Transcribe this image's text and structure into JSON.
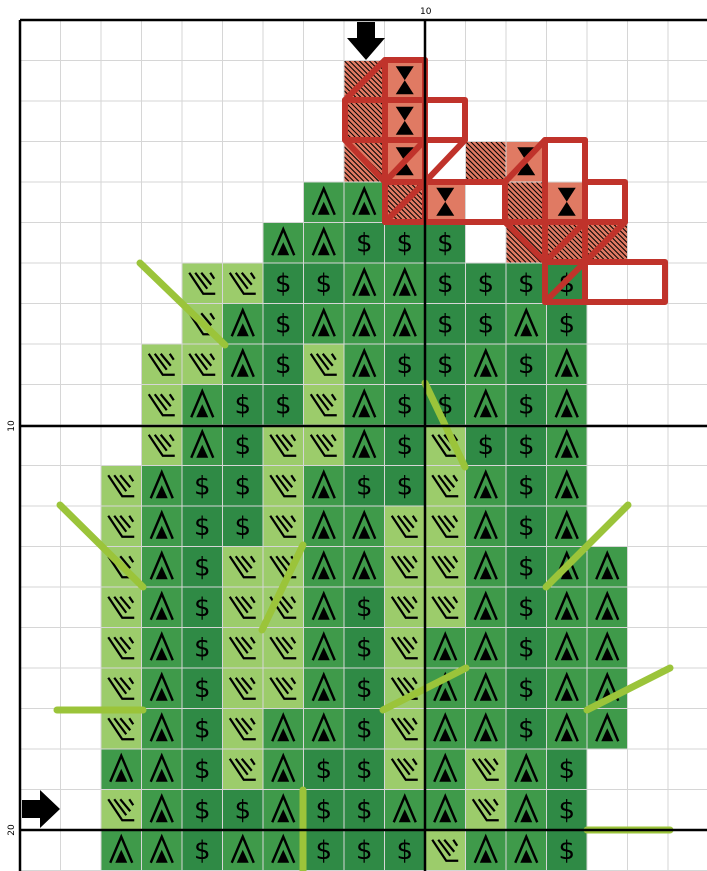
{
  "axis_labels": {
    "top_center": "10",
    "left_center": "10",
    "left_bottom": "20"
  },
  "legend": {
    "A": {
      "symbol": "triangle-a",
      "color": "#3f9a4a"
    },
    "D": {
      "symbol": "dollar",
      "color": "#2f8a45"
    },
    "W": {
      "symbol": "w-lines",
      "color": "#9ccc6b"
    },
    "R": {
      "symbol": "hatch",
      "color": "#e07a63"
    },
    "H": {
      "symbol": "hourglass",
      "color": "#e07a63"
    }
  },
  "colors": {
    "background": "#ffffff",
    "grid_line": "#d6d6d6",
    "centre_line": "#000000",
    "backstitch_red": "#c0332b",
    "backstitch_green": "#9bc43a"
  },
  "rows": [
    "........RH......",
    "........RH......",
    "........RH.RH...",
    ".......AARH.RH..",
    "......AADDD.RRR.",
    "....WWDDAADDDD..",
    "....WADAAADDAD..",
    "...WWADWADDADA..",
    "...WADDWADDADA..",
    "...WADWWADWDDA..",
    "..WADDWADDWADA..",
    "..WADDWAAWWADA..",
    "..WADWWAAWWADAA.",
    "..WADWWADWWADAA.",
    "..WADWWADWAADAA.",
    "..WADWWADWAADAA.",
    "..WADWAADWAADAA.",
    "..AADWADDWAWAD..",
    "..WADDADDAAWAD..",
    "..AADAADDDWAAD.."
  ]
}
